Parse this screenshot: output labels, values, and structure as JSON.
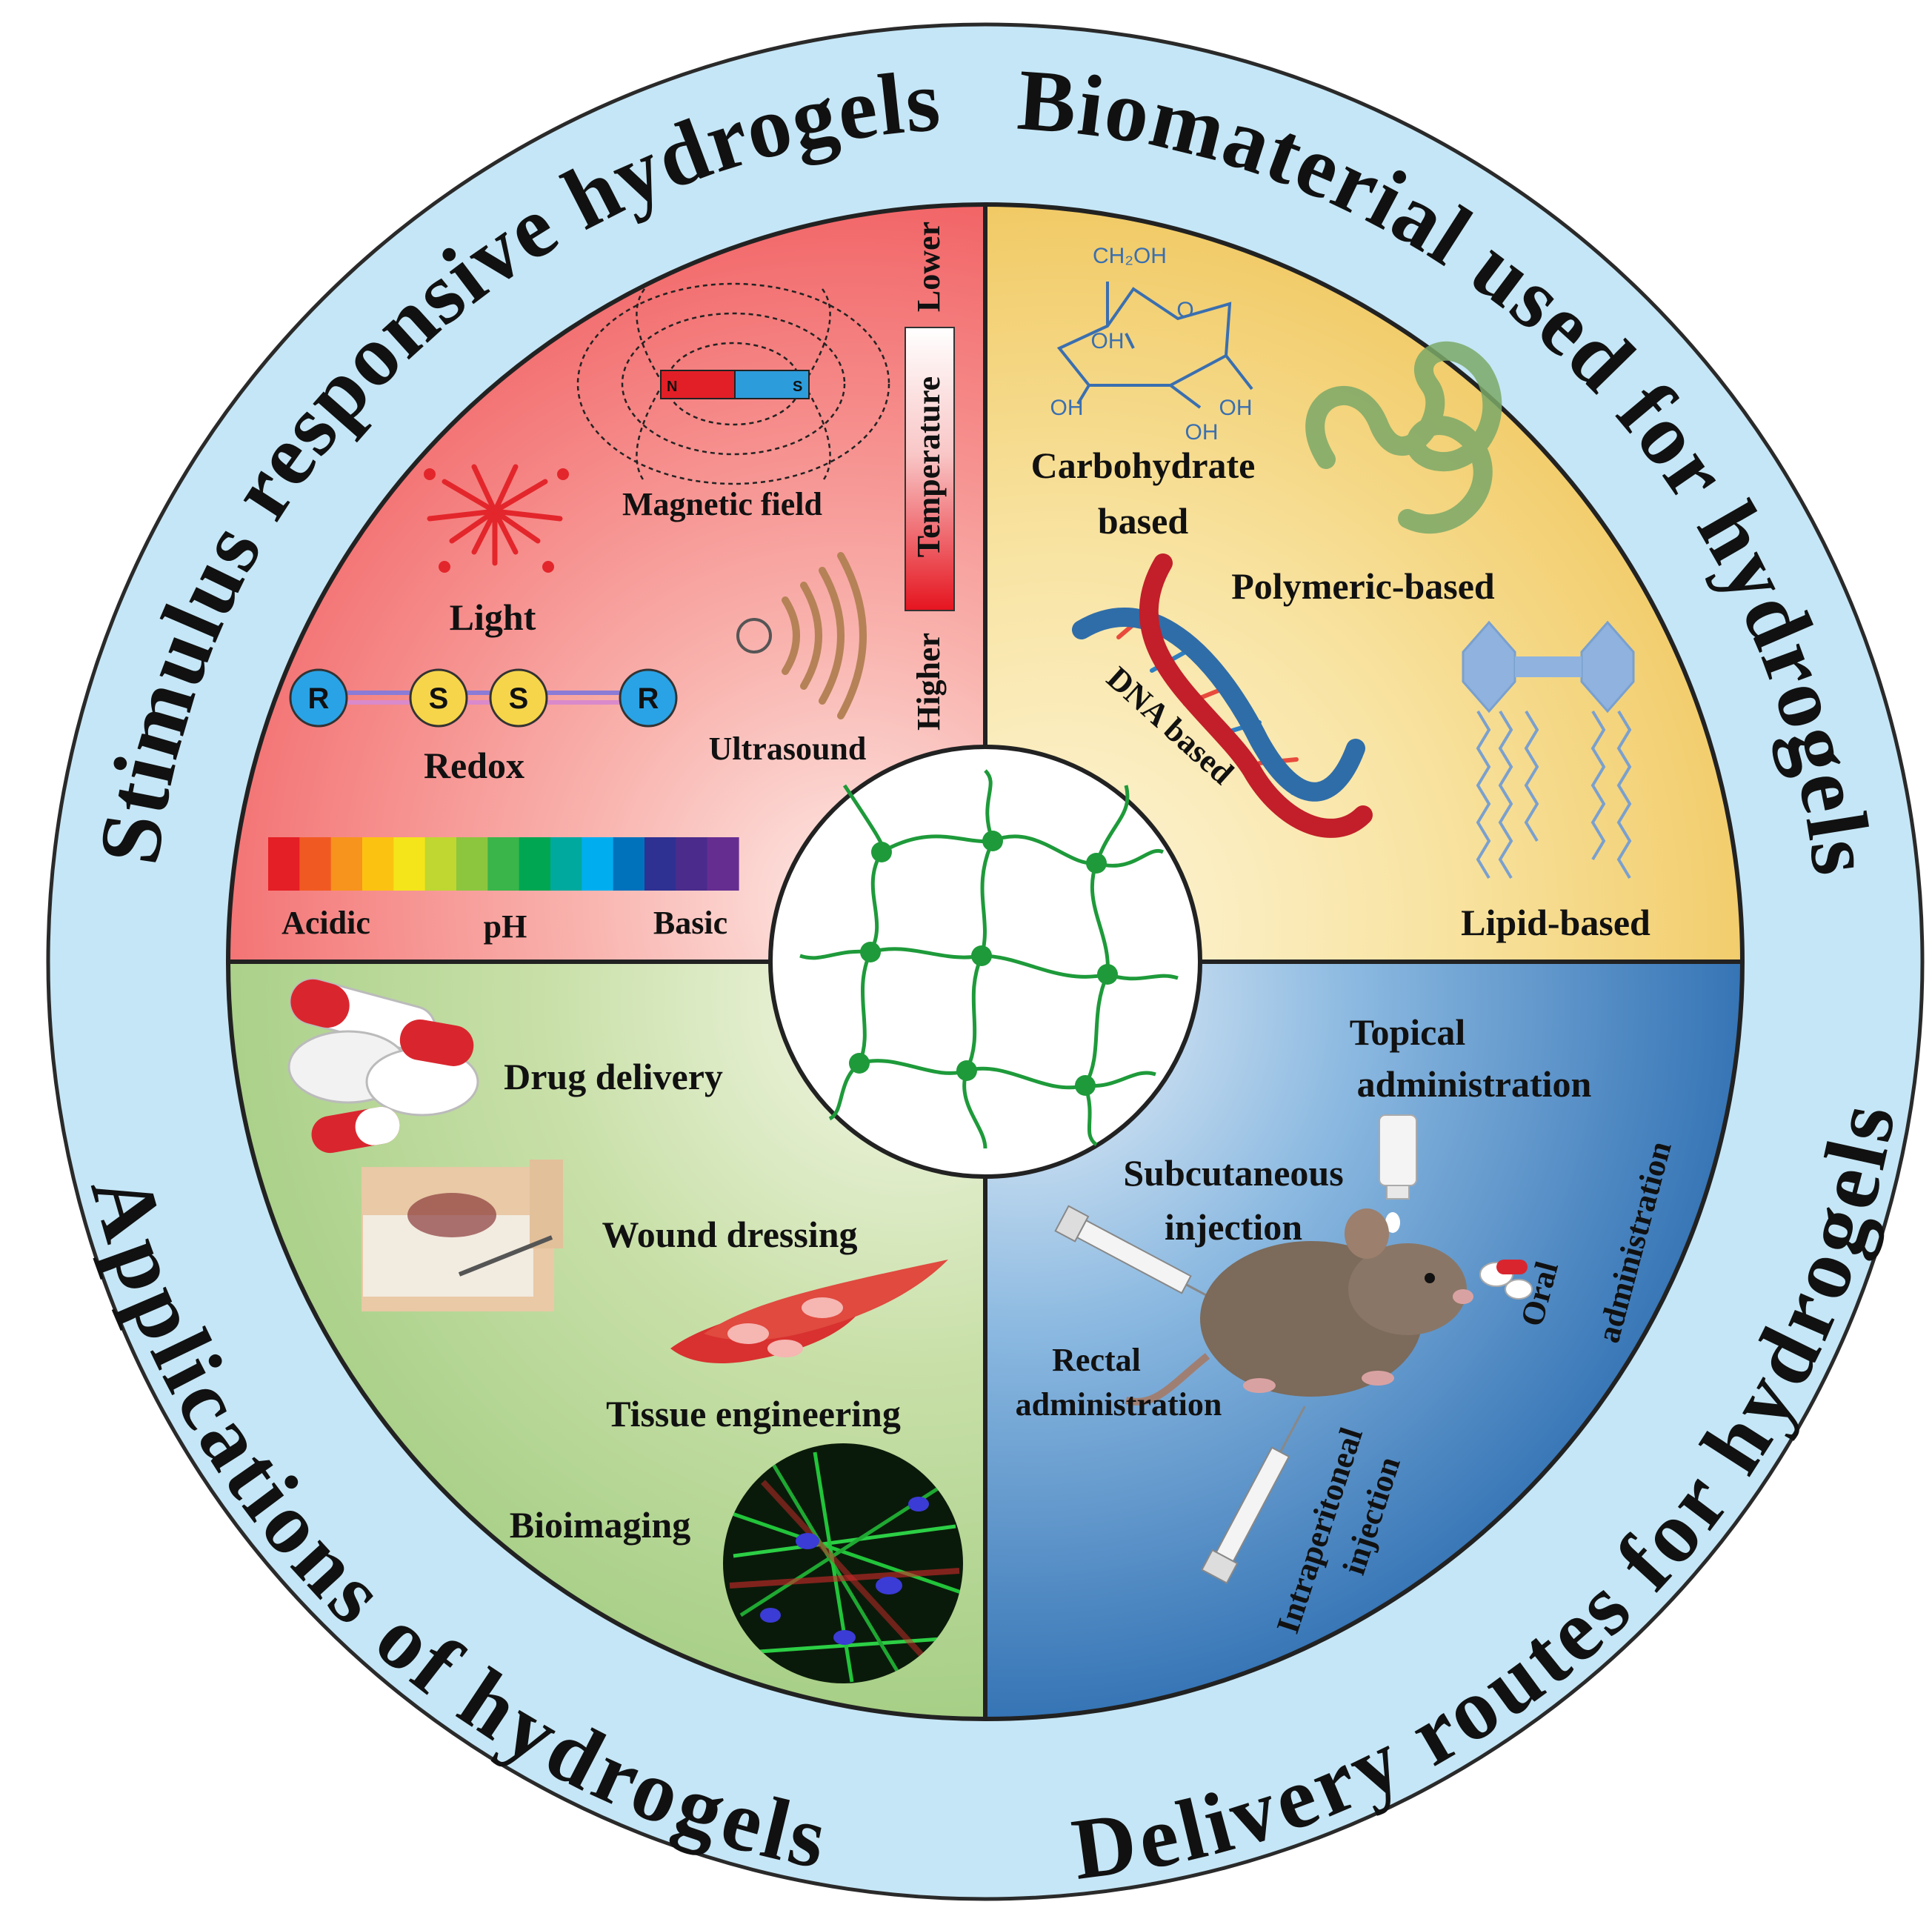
{
  "ring": {
    "top_left": "Stimulus responsive hydrogels",
    "top_right": "Biomaterial used for hydrogels",
    "bottom_right": "Delivery routes for hydrogels",
    "bottom_left": "Applications of hydrogels"
  },
  "stimulus": {
    "magnetic_label": "Magnetic field",
    "magnet_n": "N",
    "magnet_s": "S",
    "light_label": "Light",
    "redox_label": "Redox",
    "redox_r": "R",
    "redox_s": "S",
    "ultrasound_label": "Ultrasound",
    "temp_lower": "Lower",
    "temp_label": "Temperature",
    "temp_higher": "Higher",
    "ph_acidic": "Acidic",
    "ph_label": "pH",
    "ph_basic": "Basic",
    "ph_colors": [
      "#e41f25",
      "#f05a22",
      "#f7941d",
      "#fcc211",
      "#f4e51a",
      "#bfd730",
      "#8cc63f",
      "#39b54a",
      "#00a651",
      "#00a99d",
      "#00aeef",
      "#0072bc",
      "#2e3192",
      "#4b2c8c",
      "#662d91"
    ]
  },
  "biomaterial": {
    "ch2oh": "CH₂OH",
    "ring_o": "O",
    "oh": "OH",
    "carb_line1": "Carbohydrate",
    "carb_line2": "based",
    "polymeric": "Polymeric-based",
    "dna": "DNA based",
    "lipid": "Lipid-based"
  },
  "applications": {
    "drug": "Drug delivery",
    "wound": "Wound dressing",
    "tissue": "Tissue engineering",
    "bioimaging": "Bioimaging"
  },
  "delivery": {
    "topical_1": "Topical",
    "topical_2": "administration",
    "subcut_1": "Subcutaneous",
    "subcut_2": "injection",
    "oral_1": "Oral",
    "oral_2": "administration",
    "rectal_1": "Rectal",
    "rectal_2": "administration",
    "ip_1": "Intraperitoneal",
    "ip_2": "injection"
  },
  "colors": {
    "ring": "#c5e6f6",
    "stimulus": "#f26d6d",
    "biomaterial": "#f5d97a",
    "applications": "#a9cf8a",
    "delivery": "#3f7fc4",
    "network": "#1e9a3a"
  }
}
